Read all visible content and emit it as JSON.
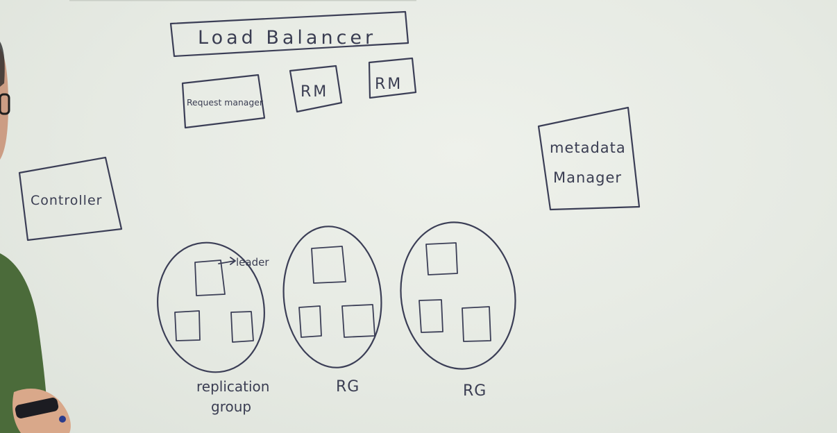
{
  "diagram": {
    "load_balancer": "Load Balancer",
    "request_managers": [
      "Request manager",
      "RM",
      "RM"
    ],
    "controller": "Controller",
    "metadata_manager": {
      "line1": "metadata",
      "line2": "Manager"
    },
    "leader_label": "leader",
    "groups": [
      {
        "label_line1": "replication",
        "label_line2": "group"
      },
      {
        "label_line1": "RG",
        "label_line2": ""
      },
      {
        "label_line1": "RG",
        "label_line2": ""
      }
    ]
  },
  "colors": {
    "board": "#e7ebe4",
    "marker": "#3b3e56",
    "presenter_shirt": "#4b6b3a",
    "presenter_skin": "#d9a88a"
  }
}
